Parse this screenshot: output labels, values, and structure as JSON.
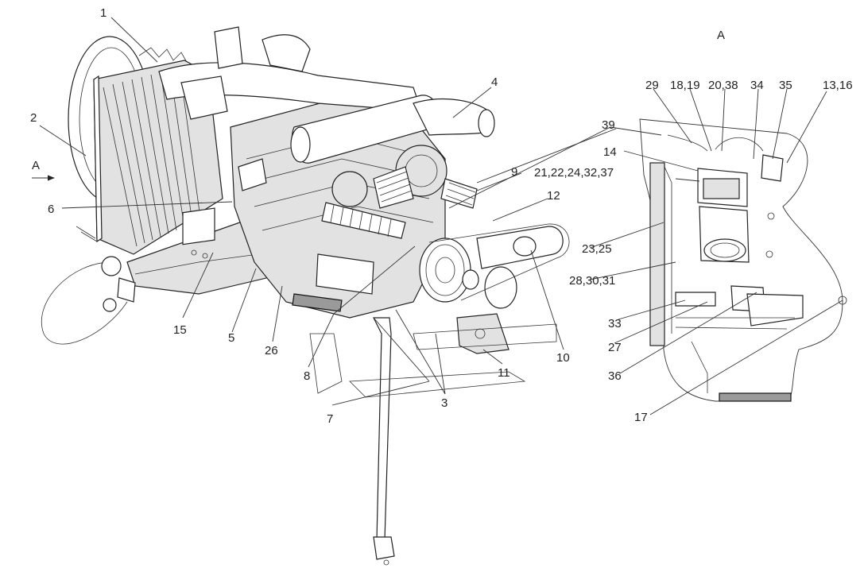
{
  "view_label": "A",
  "arrow_label": "A",
  "callouts": {
    "c1": "1",
    "c2": "2",
    "c3": "3",
    "c4": "4",
    "c5": "5",
    "c6": "6",
    "c7": "7",
    "c8": "8",
    "c9": "9",
    "c10": "10",
    "c11": "11",
    "c12": "12",
    "c14": "14",
    "c15": "15",
    "c17": "17",
    "c26": "26",
    "c27": "27",
    "c29": "29",
    "c33": "33",
    "c34": "34",
    "c35": "35",
    "c36": "36",
    "c39": "39",
    "c13_16": "13,16",
    "c18_19": "18,19",
    "c20_38": "20,38",
    "c21_37": "21,22,24,32,37",
    "c23_25": "23,25",
    "c28_31": "28,30,31"
  }
}
